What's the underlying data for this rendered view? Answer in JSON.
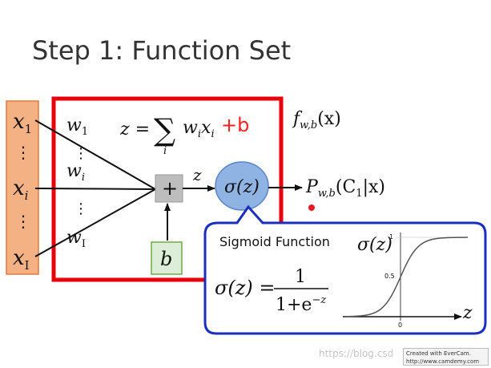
{
  "slide": {
    "title": "Step 1: Function Set"
  },
  "inputs": {
    "x1": "x",
    "x1_sub": "1",
    "xi": "x",
    "xi_sub": "i",
    "xI": "x",
    "xI_sub": "I",
    "dots": "⋮"
  },
  "weights": {
    "w1": "w",
    "w1_sub": "1",
    "wi": "w",
    "wi_sub": "i",
    "wI": "w",
    "wI_sub": "I",
    "dots": "⋮"
  },
  "equation": {
    "lhs": "z =",
    "sum": "∑",
    "sum_index": "i",
    "term_w": "w",
    "term_w_sub": "i",
    "term_x": "x",
    "term_x_sub": "i",
    "handwritten": "+b"
  },
  "nodes": {
    "plus": "+",
    "bias": "b",
    "z_label": "z",
    "sigma": "σ(z)"
  },
  "output": {
    "f_main": "f",
    "f_sub": "w,b",
    "f_arg": "(x)",
    "p_main": "P",
    "p_sub": "w,b",
    "p_arg_open": "(C",
    "p_arg_sub": "1",
    "p_arg_close": "|x)"
  },
  "callout": {
    "title": "Sigmoid Function",
    "lhs": "σ(z) =",
    "numerator": "1",
    "denominator": "1+e",
    "exponent": "−z"
  },
  "sigmoid_plot": {
    "ylabel": "σ(z)",
    "xlabel": "z",
    "tick_top": "1",
    "tick_mid": "0.5",
    "tick_zero": "0"
  },
  "watermark": {
    "text": "https://blog.csd",
    "stamp_line1": "Created with EverCam.",
    "stamp_line2": "http://www.camdemy.com"
  },
  "colors": {
    "input_fill": "#f4b183",
    "input_stroke": "#e5793b",
    "red_frame": "#e8000b",
    "plus_fill": "#bdbdbd",
    "bias_fill": "#dcedd8",
    "bias_stroke": "#70ad47",
    "sigma_fill": "#8fb4e3",
    "callout_stroke": "#1a2fbd",
    "handwriting": "#ff2020"
  }
}
